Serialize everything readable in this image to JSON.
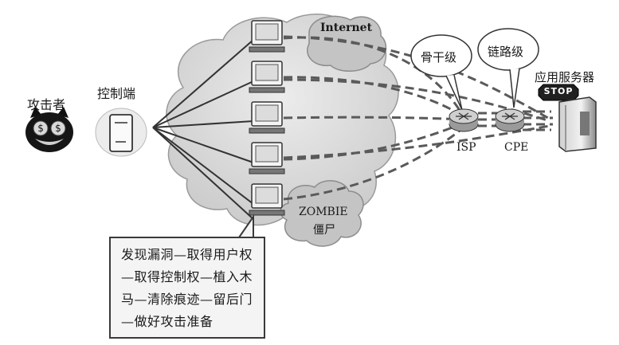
{
  "labels": {
    "attacker": "攻击者",
    "controller": "控制端",
    "internet": "Internet",
    "zombie": "ZOMBIE",
    "zombie_cn": "僵尸",
    "backbone": "骨干级",
    "link": "链路级",
    "app_server": "应用服务器",
    "stop": "STOP",
    "isp": "ISP",
    "cpe": "CPE"
  },
  "callout": {
    "text": "发现漏洞—取得用户权—取得控制权—植入木马—清除痕迹—留后门—做好攻击准备"
  },
  "icons": {
    "attacker": "devil-face-dollar-eyes-icon",
    "controller": "computer-tower-icon",
    "zombie_hosts": "monitor-icon",
    "routers": "router-icon",
    "server": "server-tower-icon",
    "stop_sign": "stop-sign-icon"
  }
}
